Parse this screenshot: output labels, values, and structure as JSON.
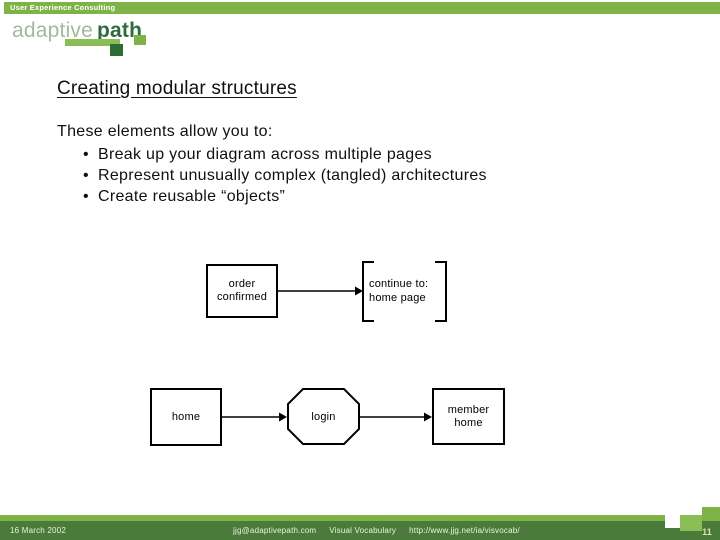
{
  "colors": {
    "brand_light_green": "#7EB347",
    "footer_dark_green": "#4B7B3B",
    "logo_adaptive_green": "#A4B89C",
    "logo_path_green": "#2F6B3C",
    "pixel_dark_green": "#2E6B35",
    "pixel_light_green": "#8BBD56"
  },
  "header": {
    "tagline": "User Experience Consulting",
    "logo_word1": "adaptive",
    "logo_word2": "path"
  },
  "slide": {
    "title": "Creating modular structures",
    "intro": "These elements allow you to:",
    "bullet_char": "•",
    "bullets": [
      "Break up your diagram across multiple pages",
      "Represent unusually complex (tangled) architectures",
      "Create reusable “objects”"
    ]
  },
  "diagram": {
    "order_box_label": "order\nconfirmed",
    "continuation_label": "continue to:\nhome page",
    "home_box_label": "home",
    "login_node_label": "login",
    "member_box_label": "member\nhome"
  },
  "footer": {
    "date": "16 March 2002",
    "email": "jjg@adaptivepath.com",
    "project": "Visual Vocabulary",
    "url": "http://www.jjg.net/ia/visvocab/",
    "page_number": "11"
  }
}
